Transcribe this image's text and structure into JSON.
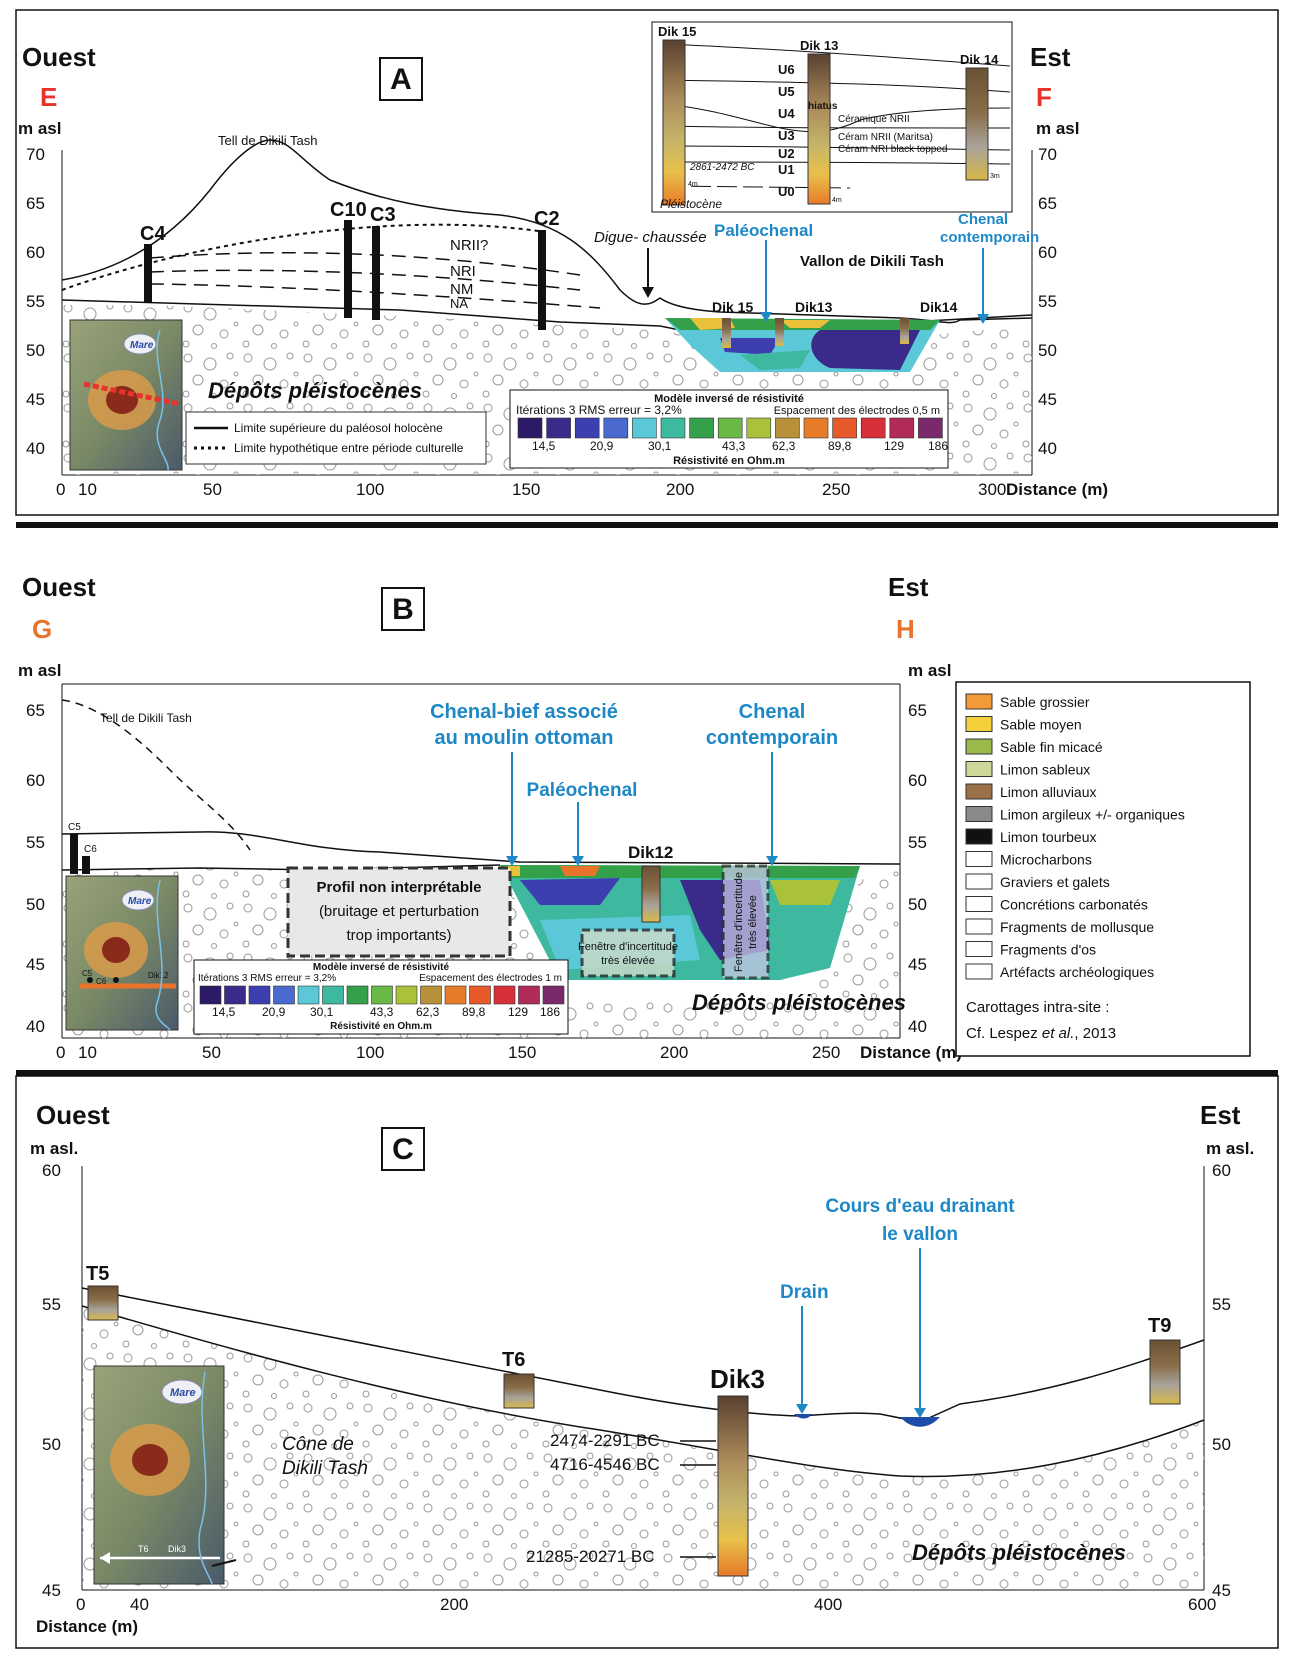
{
  "common": {
    "west": "Ouest",
    "east": "Est",
    "m_asl": "m asl",
    "m_asl_dot": "m asl.",
    "distance": "Distance (m)",
    "pleistocene": "Dépôts pléistocènes",
    "mare": "Mare"
  },
  "panelA": {
    "letter": "A",
    "left_code": "E",
    "right_code": "F",
    "tell": "Tell de Dikili Tash",
    "y_ticks": [
      "70",
      "65",
      "60",
      "55",
      "50",
      "45",
      "40"
    ],
    "x_ticks": [
      "0",
      "10",
      "50",
      "100",
      "150",
      "200",
      "250",
      "300"
    ],
    "cores": [
      "C4",
      "C10",
      "C3",
      "C2"
    ],
    "periods": [
      "NRII?",
      "NRI",
      "NM",
      "NA"
    ],
    "digue": "Digue- chaussée",
    "paleochenal": "Paléochenal",
    "chenal1": "Chenal",
    "chenal2": "contemporain",
    "vallon": "Vallon de Dikili Tash",
    "dik_labels": [
      "Dik 15",
      "Dik13",
      "Dik14"
    ],
    "legend_solid": "Limite supérieure du paléosol holocène",
    "legend_dotted": "Limite hypothétique entre période culturelle",
    "scale_title": "Modèle inversé de résistivité",
    "scale_iter": "Itérations 3 RMS erreur = 3,2%",
    "scale_spacing": "Espacement des électrodes 0,5 m",
    "scale_values": [
      "14,5",
      "20,9",
      "30,1",
      "43,3",
      "62,3",
      "89,8",
      "129",
      "186"
    ],
    "scale_unit": "Résistivité en Ohm.m",
    "inset": {
      "dik15": "Dik 15",
      "dik13": "Dik 13",
      "dik14": "Dik 14",
      "units": [
        "U6",
        "U5",
        "U4",
        "U3",
        "U2",
        "U1",
        "U0"
      ],
      "hiatus": "hiatus",
      "notes": [
        "Céramique NRII",
        "Céram NRII (Maritsa)",
        "Céram NRI black topped"
      ],
      "date": "2861-2472 BC",
      "pleistocene": "Pléistocène",
      "depth4": "4m",
      "depth3": "3m"
    }
  },
  "panelB": {
    "letter": "B",
    "left_code": "G",
    "right_code": "H",
    "tell": "Tell de Dikili Tash",
    "y_ticks": [
      "65",
      "60",
      "55",
      "50",
      "45",
      "40"
    ],
    "x_ticks": [
      "0",
      "10",
      "50",
      "100",
      "150",
      "200",
      "250"
    ],
    "cores": [
      "C5",
      "C6"
    ],
    "chenal_bief1": "Chenal-bief associé",
    "chenal_bief2": "au moulin ottoman",
    "paleochenal": "Paléochenal",
    "chenal1": "Chenal",
    "chenal2": "contemporain",
    "dik12": "Dik12",
    "profil_title": "Profil non interprétable",
    "profil_l1": "(bruitage et perturbation",
    "profil_l2": "trop importants)",
    "fenetre_a1": "Fenêtre d'incertitude",
    "fenetre_a2": "très élevée",
    "fenetre_b1": "Fenêtre d'incertitude",
    "fenetre_b2": "très élevée",
    "scale_title": "Modèle inversé de résistivité",
    "scale_iter": "Itérations 3 RMS erreur = 3,2%",
    "scale_spacing": "Espacement des électrodes 1 m",
    "scale_values": [
      "14,5",
      "20,9",
      "30,1",
      "43,3",
      "62,3",
      "89,8",
      "129",
      "186"
    ],
    "scale_unit": "Résistivité en Ohm.m",
    "inset_labels": [
      "C5",
      "C6",
      "Dik12"
    ]
  },
  "legend": {
    "items": [
      {
        "label": "Sable grossier",
        "color": "#f29a38"
      },
      {
        "label": "Sable moyen",
        "color": "#f4d03c"
      },
      {
        "label": "Sable fin micacé",
        "color": "#9bb84a"
      },
      {
        "label": "Limon sableux",
        "color": "#cdd89a"
      },
      {
        "label": "Limon alluviaux",
        "color": "#9a7048"
      },
      {
        "label": "Limon argileux +/- organiques",
        "color": "#8a8a8a"
      },
      {
        "label": "Limon tourbeux",
        "color": "#111111"
      },
      {
        "label": "Microcharbons",
        "color": "#ffffff"
      },
      {
        "label": "Graviers et galets",
        "color": "#ffffff"
      },
      {
        "label": "Concrétions carbonatés",
        "color": "#ffffff"
      },
      {
        "label": "Fragments de mollusque",
        "color": "#ffffff"
      },
      {
        "label": "Fragments d'os",
        "color": "#ffffff"
      },
      {
        "label": "Artéfacts archéologiques",
        "color": "#ffffff"
      }
    ],
    "ref1": "Carottages intra-site :",
    "ref2a": "Cf. Lespez ",
    "ref2b": "et al.",
    "ref2c": ", 2013"
  },
  "panelC": {
    "letter": "C",
    "y_ticks": [
      "60",
      "55",
      "50",
      "45"
    ],
    "x_ticks": [
      "0",
      "40",
      "200",
      "400",
      "600"
    ],
    "trenches": [
      "T5",
      "T6",
      "T9"
    ],
    "dik3": "Dik3",
    "dates": [
      "2474-2291 BC",
      "4716-4546 BC",
      "21285-20271 BC"
    ],
    "cone1": "Cône de",
    "cone2": "Dikili Tash",
    "drain": "Drain",
    "cours1": "Cours d'eau drainant",
    "cours2": "le vallon",
    "inset_labels": [
      "T6",
      "Dik3"
    ]
  },
  "colors": {
    "resistivity": [
      "#2d1a66",
      "#3a2a8a",
      "#3d3fb0",
      "#4a6ad0",
      "#5ac8d6",
      "#3fb8a0",
      "#35a04a",
      "#6ab845",
      "#a9c23a",
      "#b8903a",
      "#e67b2a",
      "#e85a2a",
      "#d6303a",
      "#b02a5a",
      "#7a2a6a"
    ],
    "blue_label": "#1e88c7",
    "red_code": "#e8322c",
    "orange_code": "#e8732c"
  }
}
